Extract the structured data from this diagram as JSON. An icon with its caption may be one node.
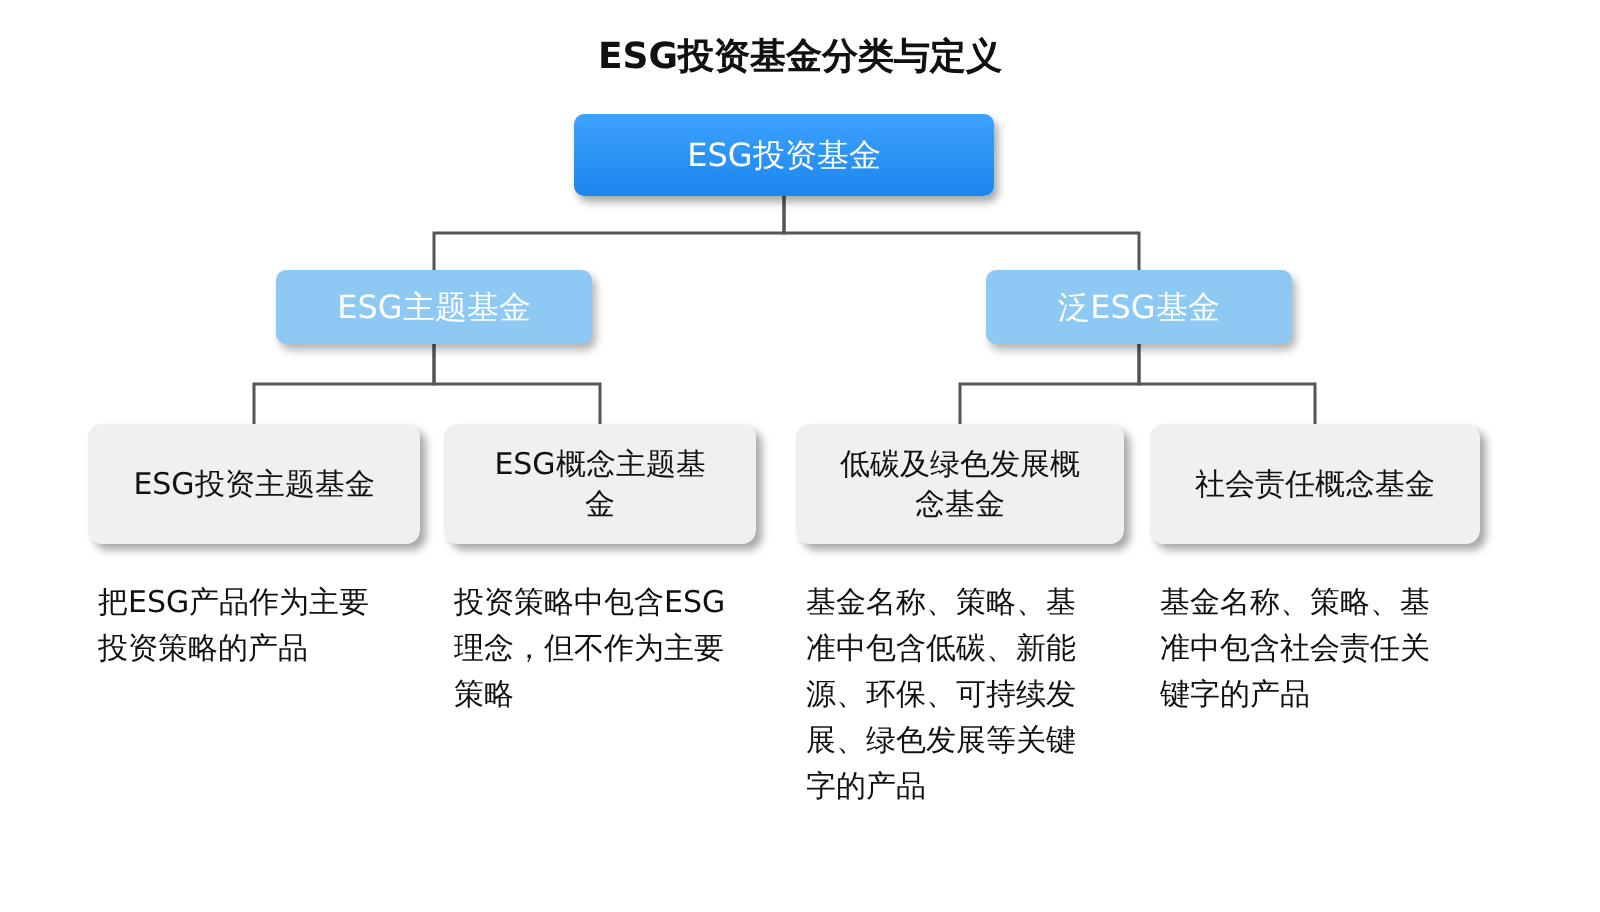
{
  "diagram": {
    "title": "ESG投资基金分类与定义",
    "nodes": [
      {
        "text": [
          "ESG投资基金"
        ]
      },
      {
        "text": [
          "ESG主题基金"
        ]
      },
      {
        "text": [
          "泛ESG基金"
        ]
      },
      {
        "text": [
          "ESG投资主题基金"
        ],
        "beside": [
          "把ESG产品作为主要投资策略的产品"
        ]
      },
      {
        "text": [
          "ESG概念主题基金"
        ],
        "beside": [
          "投资策略中包含ESG理念，但不作为主要策略"
        ]
      },
      {
        "text": [
          "低碳及绿色发展概念基金"
        ],
        "beside": [
          "基金名称、策略、基准中包含低碳、新能源、环保、可持续发展、绿色发展等关键字的产品"
        ]
      },
      {
        "text": [
          "社会责任概念基金"
        ],
        "beside": [
          "基金名称、策略、基准中包含社会责任关键字的产品"
        ]
      }
    ],
    "edges": [
      {
        "from": 0,
        "to": 1,
        "arrow": "none"
      },
      {
        "from": 0,
        "to": 2,
        "arrow": "none"
      },
      {
        "from": 1,
        "to": 3,
        "arrow": "none"
      },
      {
        "from": 1,
        "to": 4,
        "arrow": "none"
      },
      {
        "from": 2,
        "to": 5,
        "arrow": "none"
      },
      {
        "from": 2,
        "to": 6,
        "arrow": "none"
      }
    ]
  }
}
